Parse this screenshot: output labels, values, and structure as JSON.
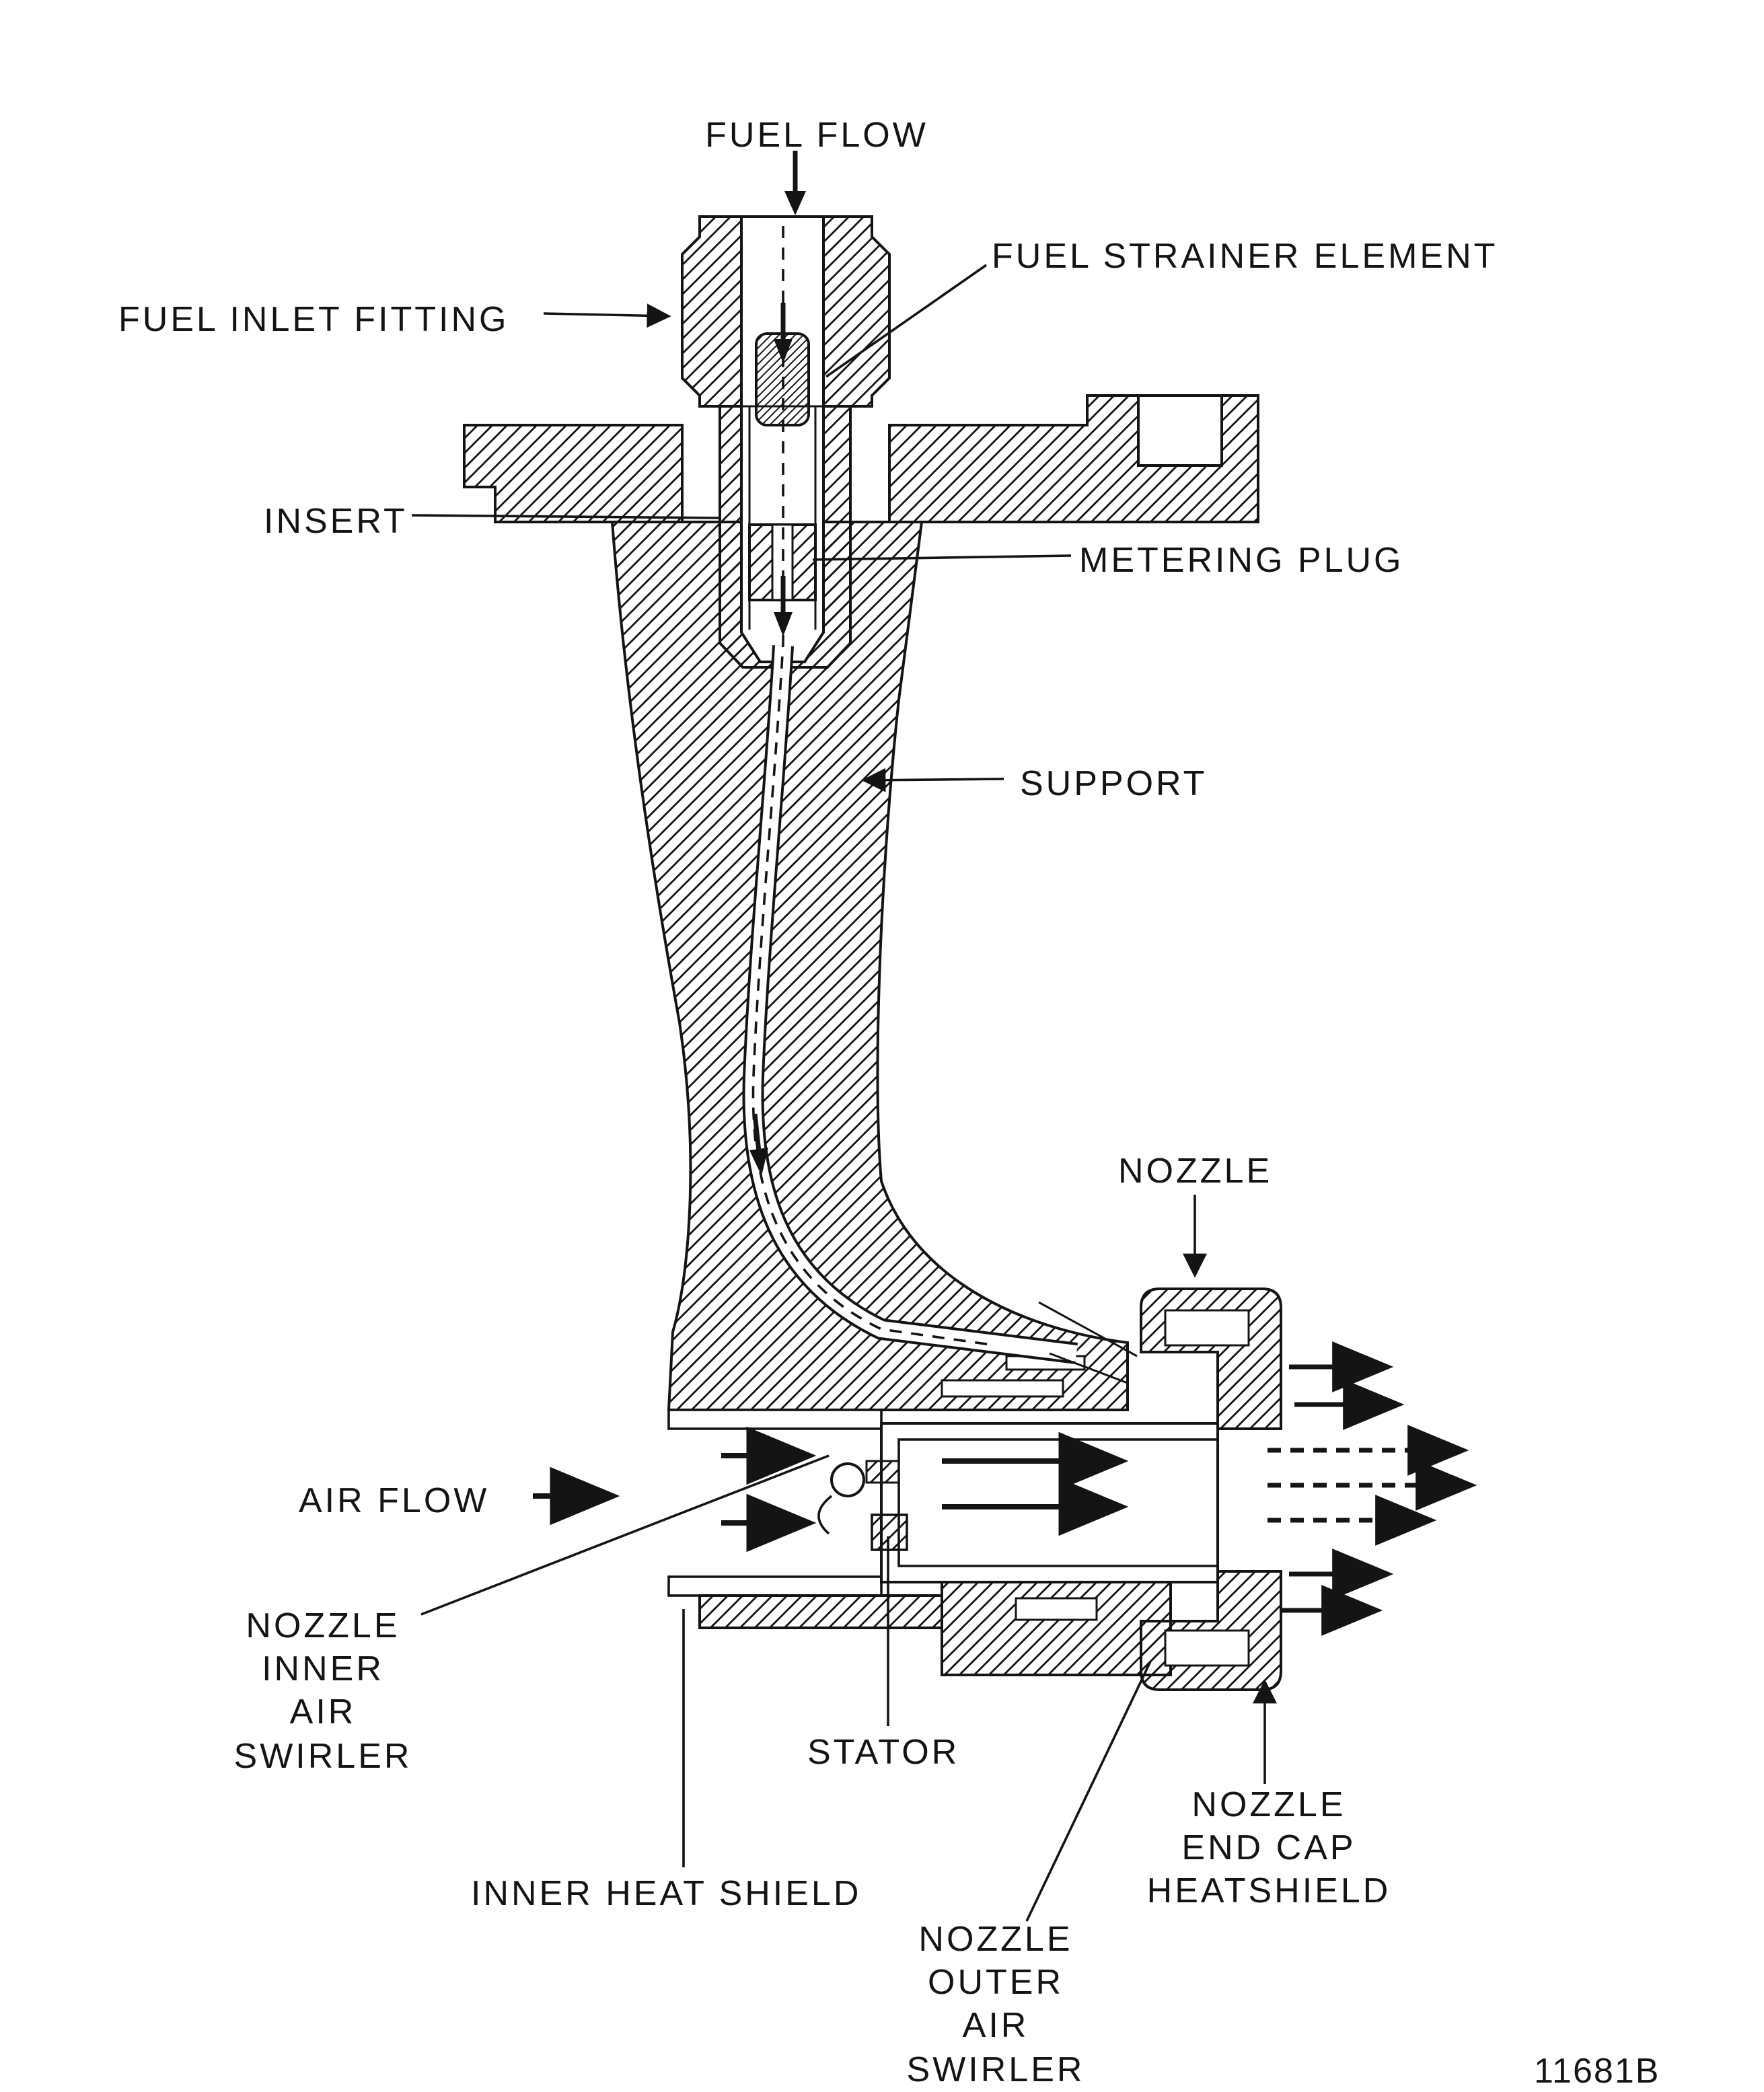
{
  "figure": {
    "number": "11681B",
    "colors": {
      "ink": "#141414",
      "background": "#ffffff"
    }
  },
  "labels": {
    "fuel_flow": "FUEL FLOW",
    "fuel_strainer_element": "FUEL STRAINER ELEMENT",
    "fuel_inlet_fitting": "FUEL INLET FITTING",
    "insert": "INSERT",
    "metering_plug": "METERING PLUG",
    "support": "SUPPORT",
    "nozzle": "NOZZLE",
    "air_flow": "AIR FLOW",
    "nozzle_inner_air_swirler": "NOZZLE\nINNER\nAIR\nSWIRLER",
    "stator": "STATOR",
    "inner_heat_shield": "INNER HEAT SHIELD",
    "nozzle_outer_air_swirler": "NOZZLE\nOUTER\nAIR\nSWIRLER",
    "nozzle_end_cap_heatshield": "NOZZLE\nEND CAP\nHEATSHIELD"
  }
}
